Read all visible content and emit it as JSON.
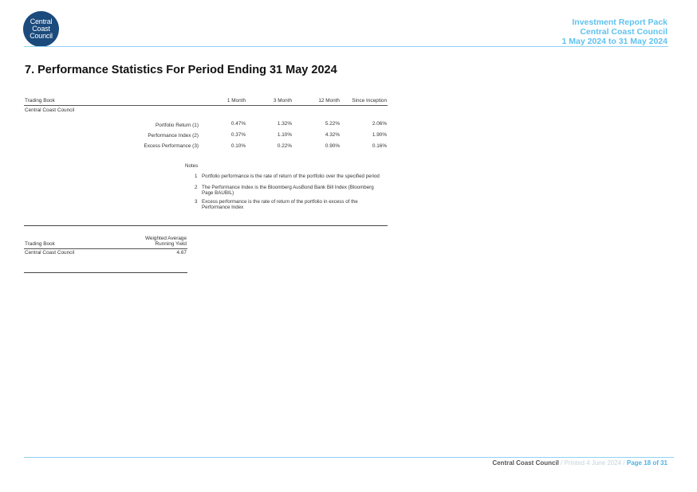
{
  "logo": {
    "line1": "Central",
    "line2": "Coast",
    "line3": "Council"
  },
  "header": {
    "line1": "Investment Report Pack",
    "line2": "Central Coast Council",
    "line3": "1 May 2024 to 31 May 2024"
  },
  "title": "7. Performance Statistics For Period Ending 31 May 2024",
  "perf_table": {
    "headers": [
      "Trading Book",
      "1 Month",
      "3 Month",
      "12 Month",
      "Since Inception"
    ],
    "group": "Central Coast Council",
    "rows": [
      {
        "label": "Portfolio Return (1)",
        "values": [
          "0.47%",
          "1.32%",
          "5.22%",
          "2.06%"
        ]
      },
      {
        "label": "Performance Index (2)",
        "values": [
          "0.37%",
          "1.10%",
          "4.32%",
          "1.90%"
        ]
      },
      {
        "label": "Excess Performance (3)",
        "values": [
          "0.10%",
          "0.22%",
          "0.90%",
          "0.16%"
        ]
      }
    ]
  },
  "notes": {
    "heading": "Notes",
    "items": [
      {
        "num": "1",
        "text": "Portfolio performance is the rate of return of the portfolio over the specified period"
      },
      {
        "num": "2",
        "text": "The Performance Index is the Bloomberg AusBond Bank Bill Index (Bloomberg Page BAUBIL)"
      },
      {
        "num": "3",
        "text": "Excess performance is the rate of return of the portfolio in excess of the Performance Index"
      }
    ]
  },
  "yield_table": {
    "header_left": "Trading Book",
    "header_right_line1": "Weighted Average",
    "header_right_line2": "Running Yield",
    "row_label": "Central Coast Council",
    "row_value": "4.67"
  },
  "footer": {
    "org": "Central Coast Council",
    "printed": " / Printed 4 June 2024 / ",
    "page": "Page 18 of 31"
  }
}
